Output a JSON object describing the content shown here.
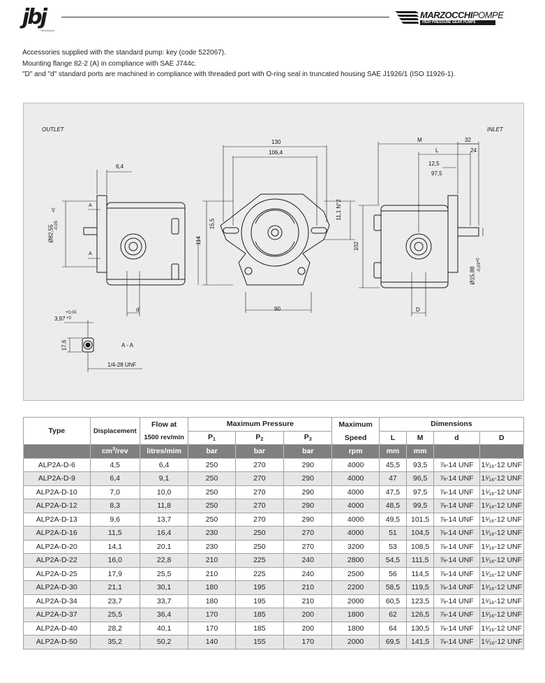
{
  "header": {
    "brand_left": "jbj",
    "brand_left_sub": "Techniques",
    "brand_right_name": "MARZOCCHI",
    "brand_right_name2": "POMPE",
    "brand_right_sub": "HIGH PRESSURE GEAR PUMPS"
  },
  "intro": {
    "line1": "Accessories supplied with the standard pump: key (code 522067).",
    "line2": "Mounting flange 82-2 (A) in compliance with SAE J744c.",
    "line3": "\"D\" and \"d\" standard ports are machined in compliance with threaded port with O-ring seal in truncated housing SAE J1926/1 (ISO 11926-1)."
  },
  "drawing": {
    "outlet_label": "OUTLET",
    "inlet_label": "INLET",
    "dim_6_4": "6,4",
    "dim_130": "130",
    "dim_106_4": "106,4",
    "dim_M": "M",
    "dim_32": "32",
    "dim_L": "L",
    "dim_24": "24",
    "dim_12_5": "12,5",
    "dim_97_5": "97,5",
    "dim_15_5": "15,5",
    "dim_114": "114",
    "dim_11_1": "11,1 N°2",
    "dim_102": "102",
    "dim_82_55": "Ø82,55",
    "dim_82_55_tol": "-0,05",
    "dim_82_55_tol0": "+0",
    "dim_15_88": "Ø15,88",
    "dim_15_88_tol": "-0,03",
    "dim_15_88_tol0": "+0",
    "dim_d": "d",
    "dim_D": "D",
    "dim_90": "90",
    "dim_3_97": "3,97",
    "dim_3_97_tol": "+0,03",
    "dim_3_97_tol0": "+0",
    "dim_17_6": "17,6",
    "section_label": "A - A",
    "thread_label": "1/4-28 UNF",
    "section_marker": "A"
  },
  "table": {
    "headers": {
      "type": "Type",
      "displacement": "Displacement",
      "flow_top": "Flow at",
      "flow_bottom": "1500 rev/min",
      "max_pressure": "Maximum Pressure",
      "p1": "P",
      "p1_sub": "1",
      "p2": "P",
      "p2_sub": "2",
      "p3": "P",
      "p3_sub": "3",
      "speed_top": "Maximum",
      "speed_bottom": "Speed",
      "dimensions": "Dimensions",
      "L": "L",
      "M": "M",
      "d": "d",
      "D": "D"
    },
    "units": {
      "displacement": "cm",
      "displacement_sup": "3",
      "displacement_tail": "/rev",
      "flow": "litres/mim",
      "p1": "bar",
      "p2": "bar",
      "p3": "bar",
      "speed": "rpm",
      "L": "mm",
      "M": "mm"
    },
    "rows": [
      [
        "ALP2A-D-6",
        "4,5",
        "6,4",
        "250",
        "270",
        "290",
        "4000",
        "45,5",
        "93,5",
        "⅞-14 UNF",
        "1¹⁄₁₆-12 UNF"
      ],
      [
        "ALP2A-D-9",
        "6,4",
        "9,1",
        "250",
        "270",
        "290",
        "4000",
        "47",
        "96,5",
        "⅞-14 UNF",
        "1¹⁄₁₆-12 UNF"
      ],
      [
        "ALP2A-D-10",
        "7,0",
        "10,0",
        "250",
        "270",
        "290",
        "4000",
        "47,5",
        "97,5",
        "⅞-14 UNF",
        "1¹⁄₁₆-12 UNF"
      ],
      [
        "ALP2A-D-12",
        "8,3",
        "11,8",
        "250",
        "270",
        "290",
        "4000",
        "48,5",
        "99,5",
        "⅞-14 UNF",
        "1¹⁄₁₆-12 UNF"
      ],
      [
        "ALP2A-D-13",
        "9,6",
        "13,7",
        "250",
        "270",
        "290",
        "4000",
        "49,5",
        "101,5",
        "⅞-14 UNF",
        "1¹⁄₁₆-12 UNF"
      ],
      [
        "ALP2A-D-16",
        "11,5",
        "16,4",
        "230",
        "250",
        "270",
        "4000",
        "51",
        "104,5",
        "⅞-14 UNF",
        "1¹⁄₁₆-12 UNF"
      ],
      [
        "ALP2A-D-20",
        "14,1",
        "20,1",
        "230",
        "250",
        "270",
        "3200",
        "53",
        "108,5",
        "⅞-14 UNF",
        "1¹⁄₁₆-12 UNF"
      ],
      [
        "ALP2A-D-22",
        "16,0",
        "22,8",
        "210",
        "225",
        "240",
        "2800",
        "54,5",
        "111,5",
        "⅞-14 UNF",
        "1¹⁄₁₆-12 UNF"
      ],
      [
        "ALP2A-D-25",
        "17,9",
        "25,5",
        "210",
        "225",
        "240",
        "2500",
        "56",
        "114,5",
        "⅞-14 UNF",
        "1¹⁄₁₆-12 UNF"
      ],
      [
        "ALP2A-D-30",
        "21,1",
        "30,1",
        "180",
        "195",
        "210",
        "2200",
        "58,5",
        "119,5",
        "⅞-14 UNF",
        "1¹⁄₁₆-12 UNF"
      ],
      [
        "ALP2A-D-34",
        "23,7",
        "33,7",
        "180",
        "195",
        "210",
        "2000",
        "60,5",
        "123,5",
        "⅞-14 UNF",
        "1¹⁄₁₆-12 UNF"
      ],
      [
        "ALP2A-D-37",
        "25,5",
        "36,4",
        "170",
        "185",
        "200",
        "1800",
        "62",
        "126,5",
        "⅞-14 UNF",
        "1¹⁄₁₆-12 UNF"
      ],
      [
        "ALP2A-D-40",
        "28,2",
        "40,1",
        "170",
        "185",
        "200",
        "1800",
        "64",
        "130,5",
        "⅞-14 UNF",
        "1¹⁄₁₆-12 UNF"
      ],
      [
        "ALP2A-D-50",
        "35,2",
        "50,2",
        "140",
        "155",
        "170",
        "2000",
        "69,5",
        "141,5",
        "⅞-14 UNF",
        "1⁵⁄₁₆-12 UNF"
      ]
    ]
  }
}
